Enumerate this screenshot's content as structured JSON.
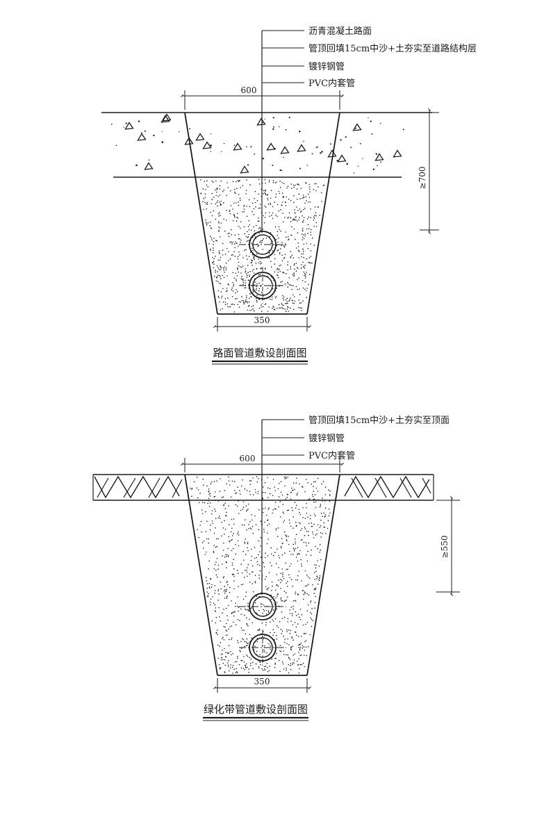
{
  "colors": {
    "ink": "#1a1a1a",
    "background": "#ffffff"
  },
  "road": {
    "title": "路面管道敷设剖面图",
    "leaders": [
      {
        "text": "沥青混凝土路面"
      },
      {
        "text": "管顶回填15cm中沙+土夯实至道路结构层"
      },
      {
        "text": "镀锌钢管"
      },
      {
        "text": "PVC内套管"
      }
    ],
    "top_width": "600",
    "bottom_width": "350",
    "depth": "≥700"
  },
  "green": {
    "title": "绿化带管道敷设剖面图",
    "leaders": [
      {
        "text": "管顶回填15cm中沙+土夯实至顶面"
      },
      {
        "text": "镀锌钢管"
      },
      {
        "text": "PVC内套管"
      }
    ],
    "top_width": "600",
    "bottom_width": "350",
    "depth": "≥550"
  }
}
